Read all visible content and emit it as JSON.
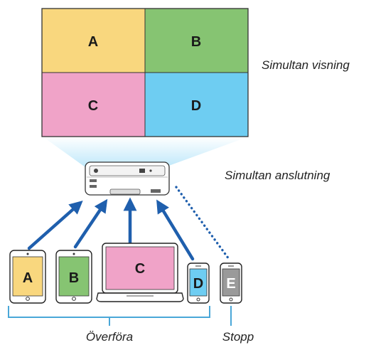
{
  "screen": {
    "tiles": [
      {
        "letter": "A",
        "color": "#f9d77e"
      },
      {
        "letter": "B",
        "color": "#86c472"
      },
      {
        "letter": "C",
        "color": "#f0a3c8"
      },
      {
        "letter": "D",
        "color": "#6ecdf2"
      }
    ]
  },
  "labels": {
    "simultaneous_display": "Simultan visning",
    "simultaneous_connection": "Simultan anslutning",
    "transfer": "Överföra",
    "stop": "Stopp"
  },
  "devices": [
    {
      "letter": "A",
      "kind": "tablet",
      "color": "#f9d77e"
    },
    {
      "letter": "B",
      "kind": "tablet",
      "color": "#86c472"
    },
    {
      "letter": "C",
      "kind": "laptop",
      "color": "#f0a3c8"
    },
    {
      "letter": "D",
      "kind": "phone",
      "color": "#6ecdf2"
    },
    {
      "letter": "E",
      "kind": "phone",
      "color": "#9a9a9a"
    }
  ],
  "colors": {
    "arrow": "#1f5fad",
    "bracket": "#4aa7d8",
    "beam": "#bfe8fa"
  },
  "icons": [
    "projector-icon",
    "tablet-icon",
    "laptop-icon",
    "smartphone-icon"
  ]
}
